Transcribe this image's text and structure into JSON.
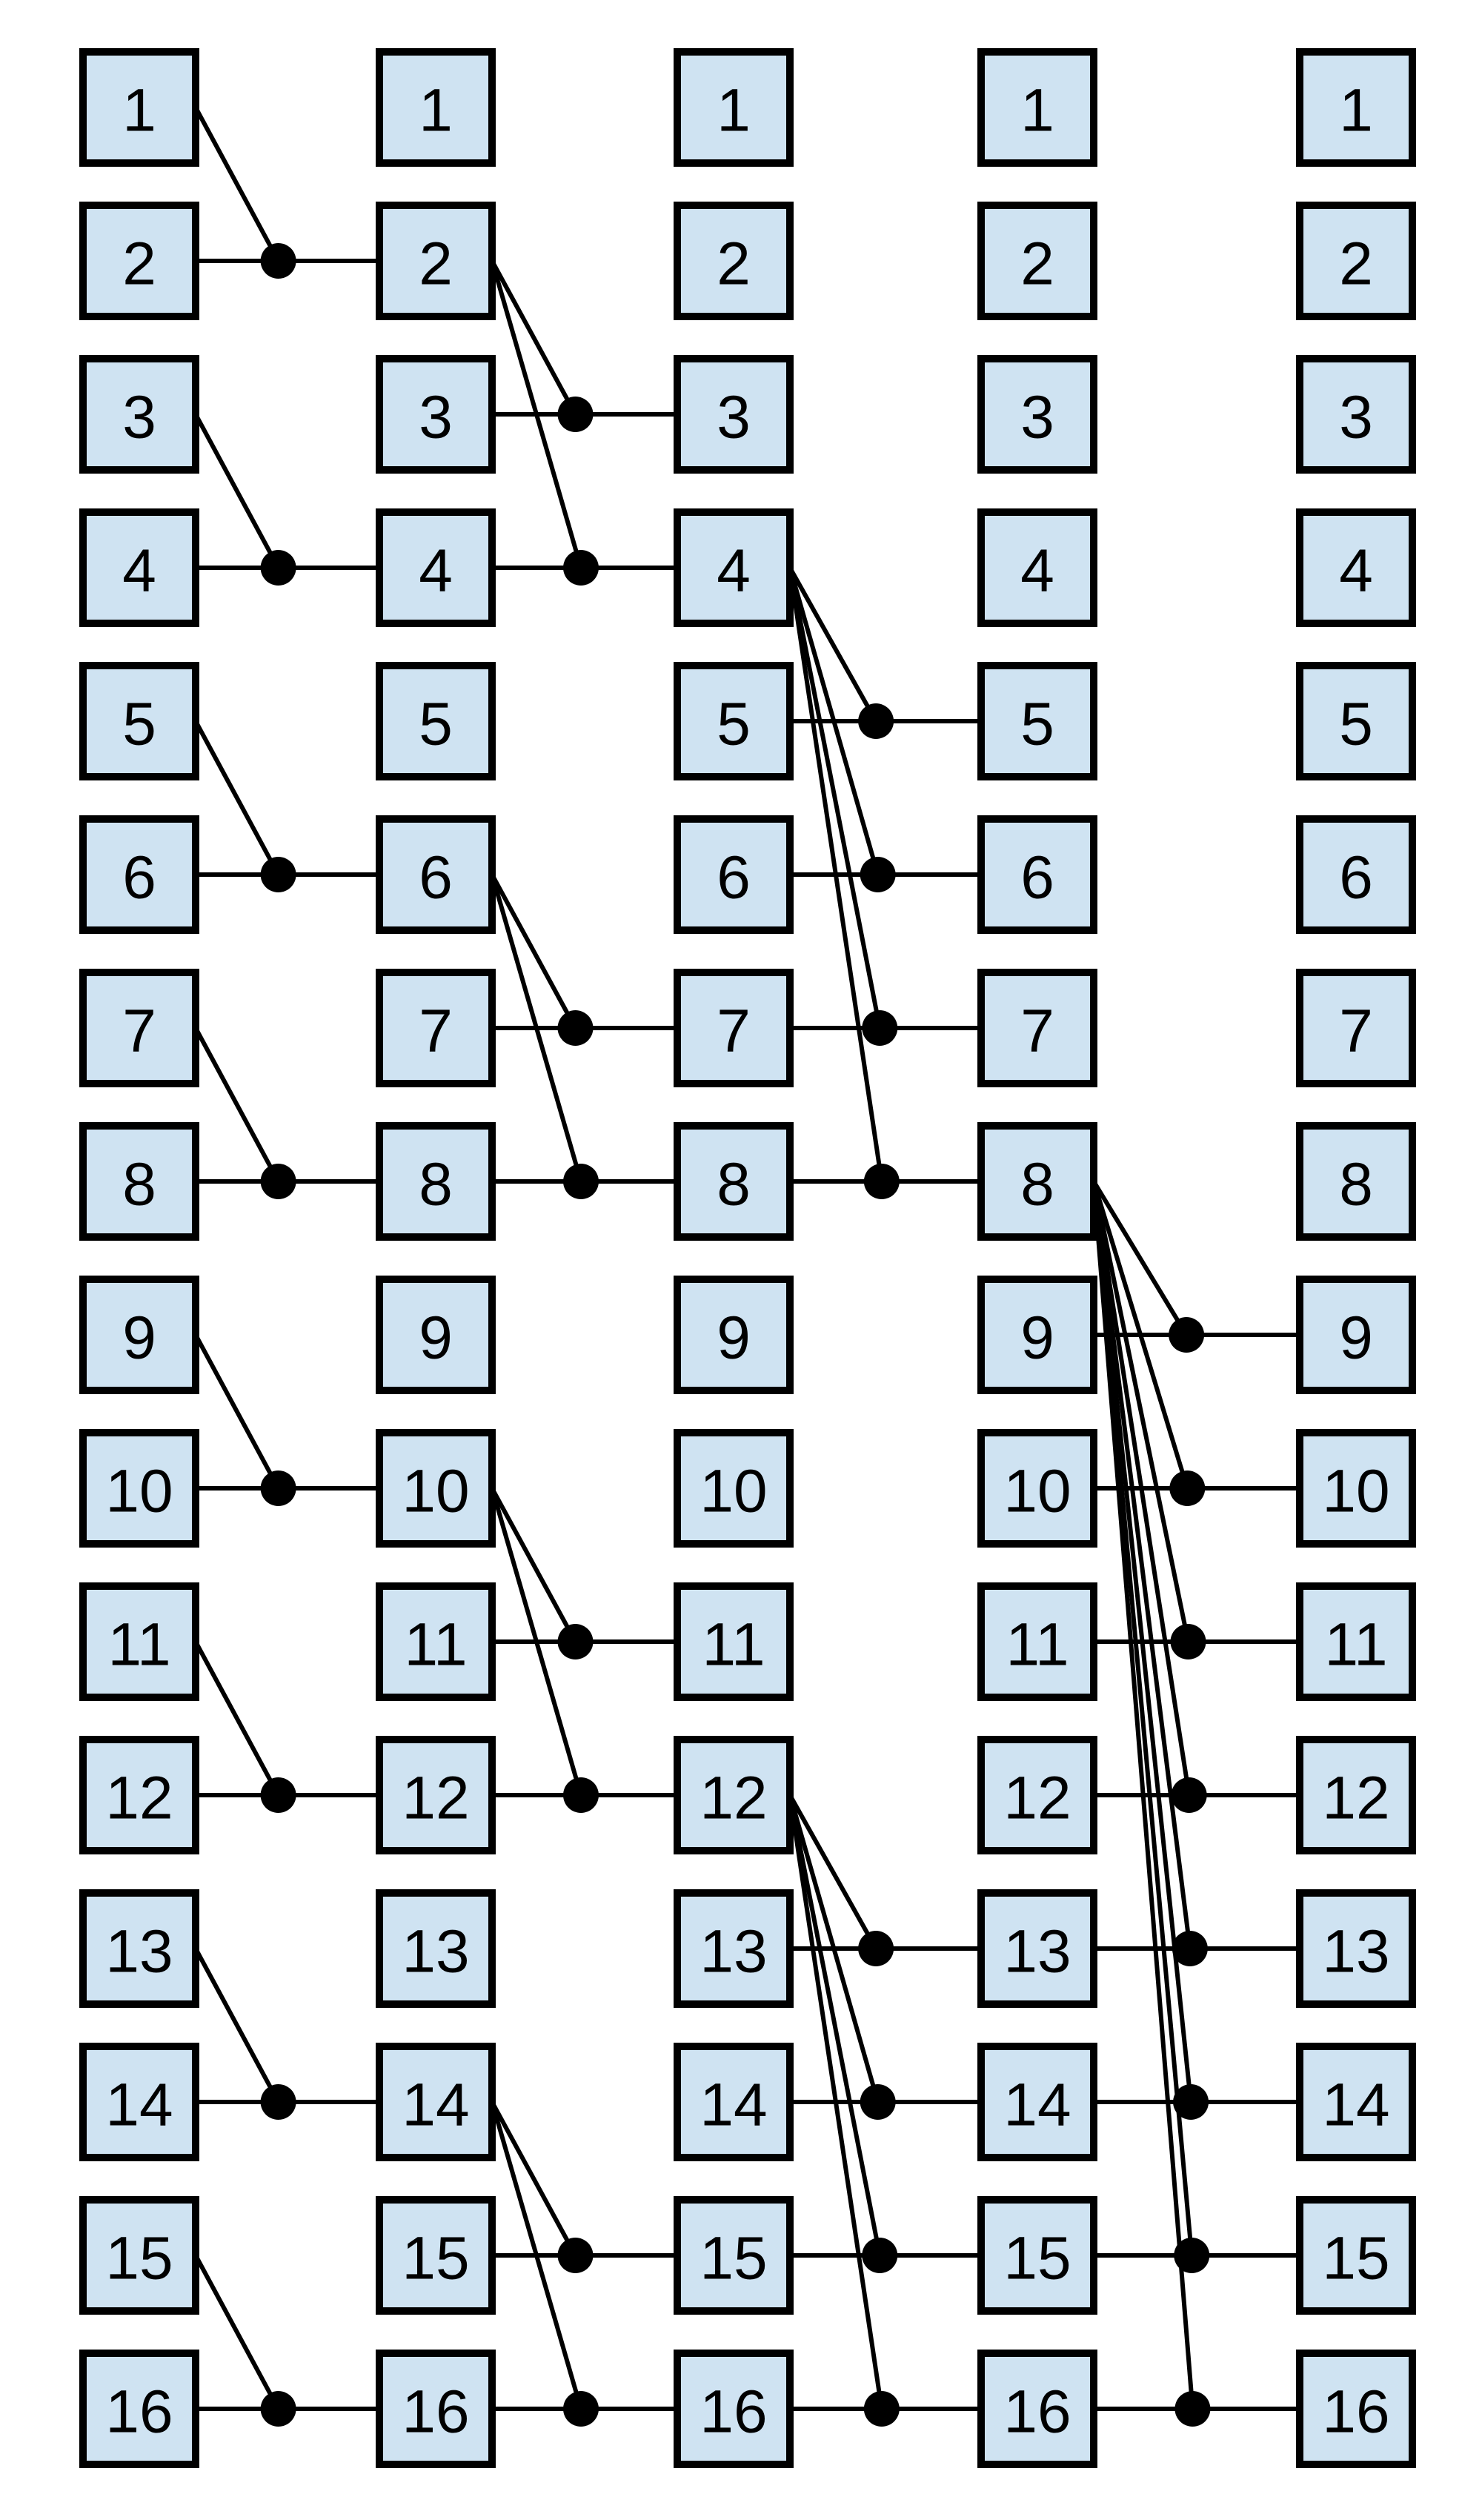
{
  "diagram": {
    "stages": [
      {
        "labels": [
          "1",
          "2",
          "3",
          "4",
          "5",
          "6",
          "7",
          "8",
          "9",
          "10",
          "11",
          "12",
          "13",
          "14",
          "15",
          "16"
        ]
      },
      {
        "labels": [
          "1",
          "2",
          "3",
          "4",
          "5",
          "6",
          "7",
          "8",
          "9",
          "10",
          "11",
          "12",
          "13",
          "14",
          "15",
          "16"
        ]
      },
      {
        "labels": [
          "1",
          "2",
          "3",
          "4",
          "5",
          "6",
          "7",
          "8",
          "9",
          "10",
          "11",
          "12",
          "13",
          "14",
          "15",
          "16"
        ]
      },
      {
        "labels": [
          "1",
          "2",
          "3",
          "4",
          "5",
          "6",
          "7",
          "8",
          "9",
          "10",
          "11",
          "12",
          "13",
          "14",
          "15",
          "16"
        ]
      },
      {
        "labels": [
          "1",
          "2",
          "3",
          "4",
          "5",
          "6",
          "7",
          "8",
          "9",
          "10",
          "11",
          "12",
          "13",
          "14",
          "15",
          "16"
        ]
      }
    ],
    "transitions": [
      {
        "from_stage": 1,
        "to_stage": 2,
        "sources": [
          1,
          3,
          5,
          7,
          9,
          11,
          13,
          15
        ],
        "fan_out": 1
      },
      {
        "from_stage": 2,
        "to_stage": 3,
        "sources": [
          2,
          6,
          10,
          14
        ],
        "fan_out": 2
      },
      {
        "from_stage": 3,
        "to_stage": 4,
        "sources": [
          4,
          12
        ],
        "fan_out": 4
      },
      {
        "from_stage": 4,
        "to_stage": 5,
        "sources": [
          8
        ],
        "fan_out": 8
      }
    ],
    "colors": {
      "node_fill": "#cfe3f2",
      "node_border": "#000000",
      "line": "#000000",
      "dot": "#000000"
    }
  }
}
